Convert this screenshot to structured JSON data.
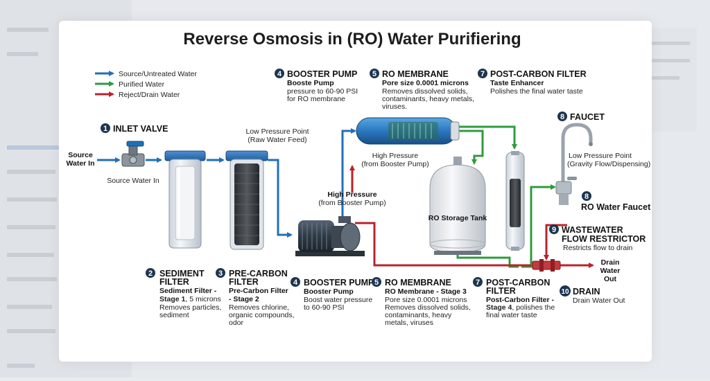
{
  "title": "Reverse Osmosis in (RO) Water Purifiering",
  "colors": {
    "source": "#1f6fb8",
    "purified": "#2e9b3c",
    "reject": "#b8232a",
    "badge": "#1c3550"
  },
  "legend": [
    {
      "label": "Source/Untreated Water",
      "color": "#1f6fb8"
    },
    {
      "label": "Purified Water",
      "color": "#2e9b3c"
    },
    {
      "label": "Reject/Drain Water",
      "color": "#b8232a"
    }
  ],
  "top_callouts": {
    "booster": {
      "num": "4",
      "title": "BOOSTER PUMP",
      "sub": "Booste Pump",
      "desc": [
        "pressure to 60-90 PSI",
        "for RO membrane"
      ]
    },
    "membrane": {
      "num": "5",
      "title": "RO MEMBRANE",
      "sub": "Pore size 0.0001 microns",
      "desc": [
        "Removes dissolved solids,",
        "contaminants, heavy metals,",
        "viruses."
      ]
    },
    "postcarbon": {
      "num": "7",
      "title": "POST-CARBON FILTER",
      "sub": "Taste Enhancer",
      "desc": [
        "Polishes the final water taste"
      ]
    }
  },
  "inlet": {
    "num": "1",
    "title": "INLET VALVE",
    "source_label": [
      "Source",
      "Water In"
    ],
    "below": "Source Water In"
  },
  "low_pressure_feed": [
    "Low Pressure Point",
    "(Raw Water Feed)"
  ],
  "high_pressure_upper": [
    "High Pressure",
    "(from Booster Pump)"
  ],
  "high_pressure_lower": [
    "High Pressure",
    "(from Booster Pump)"
  ],
  "tank_label": "RO Storage Tank",
  "faucet": {
    "num": "8",
    "title": "FAUCET",
    "low_pressure": [
      "Low Pressure Point",
      "(Gravity Flow/Dispensing)"
    ],
    "label_num": "8",
    "label": "RO Water Faucet"
  },
  "restrictor": {
    "num": "9",
    "title": [
      "WASTEWATER",
      "FLOW RESTRICTOR"
    ],
    "desc": "Restricts flow to drain"
  },
  "drain_out": [
    "Drain",
    "Water",
    "Out"
  ],
  "drain": {
    "num": "10",
    "title": "DRAIN",
    "desc": "Drain Water Out"
  },
  "bottom_callouts": {
    "sediment": {
      "num": "2",
      "title": [
        "SEDIMENT",
        "FILTER"
      ],
      "sub": [
        "Sediment Filter -",
        "Stage 1, 5 microns"
      ],
      "desc": [
        "Removes particles,",
        "sediment"
      ]
    },
    "precarbon": {
      "num": "3",
      "title": [
        "PRE-CARBON",
        "FILTER"
      ],
      "sub": [
        "Pre-Carbon Filter",
        "- Stage 2"
      ],
      "desc": [
        "Removes chlorine,",
        "organic compounds,",
        "odor"
      ]
    },
    "booster": {
      "num": "4",
      "title": [
        "BOOSTER PUMP"
      ],
      "sub": [
        "Booster Pump"
      ],
      "desc": [
        "Boost water pressure",
        "to 60-90 PSI"
      ]
    },
    "membrane": {
      "num": "5",
      "title": [
        "RO MEMBRANE"
      ],
      "sub": [
        "RO Membrane - Stage 3"
      ],
      "desc": [
        "Pore size 0.0001 microns",
        "Removes dissolved solids,",
        "contaminants, heavy",
        "metals, viruses"
      ]
    },
    "postcarbon": {
      "num": "7",
      "title": [
        "POST-CARBON",
        "FILTER"
      ],
      "sub": [
        "Post-Carbon Filter -",
        "Stage 4, polishes the",
        "final water taste"
      ],
      "desc": []
    }
  }
}
